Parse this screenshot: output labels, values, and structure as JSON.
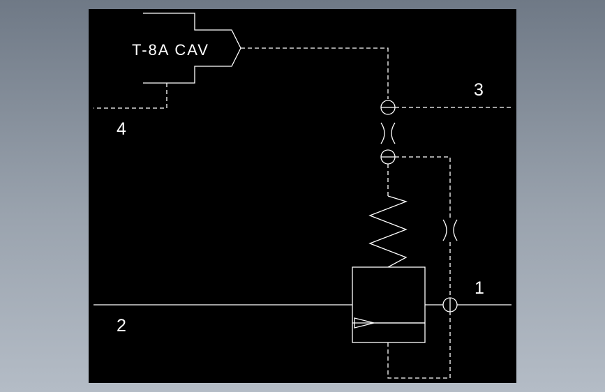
{
  "cartridge_label": "T-8A CAV",
  "ports": {
    "p1": "1",
    "p2": "2",
    "p3": "3",
    "p4": "4"
  },
  "colors": {
    "page_background": "#8e98a4",
    "canvas": "#000000",
    "lines": "#ffffff"
  }
}
